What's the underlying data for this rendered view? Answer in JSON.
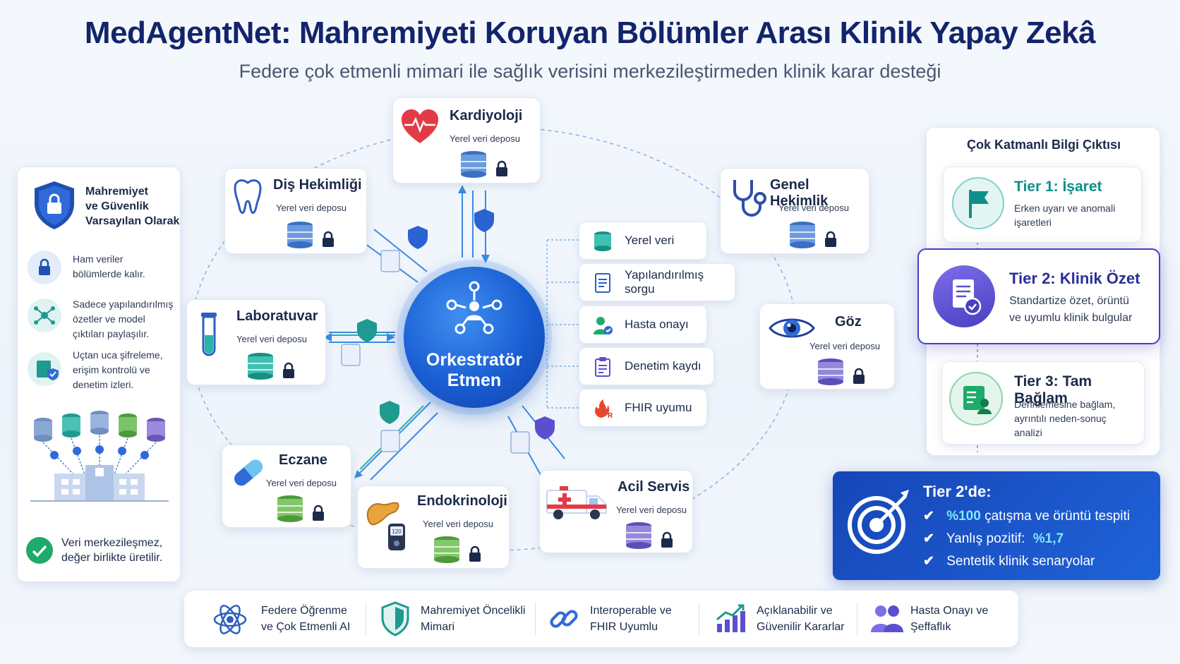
{
  "header": {
    "title": "MedAgentNet: Mahremiyeti Koruyan Bölümler Arası Klinik Yapay Zekâ",
    "subtitle": "Federe çok etmenli mimari ile sağlık verisini merkezileştirmeden klinik karar desteği"
  },
  "privacy_panel": {
    "title_line1": "Mahremiyet",
    "title_line2": "ve Güvenlik",
    "title_line3": "Varsayılan Olarak",
    "items": [
      {
        "line1": "Ham veriler",
        "line2": "bölümlerde kalır.",
        "line3": ""
      },
      {
        "line1": "Sadece yapılandırılmış",
        "line2": "özetler ve model",
        "line3": "çıktıları paylaşılır."
      },
      {
        "line1": "Uçtan uca şifreleme,",
        "line2": "erişim kontrolü ve",
        "line3": "denetim izleri."
      }
    ],
    "footer_line1": "Veri merkezileşmez,",
    "footer_line2": "değer birlikte üretilir."
  },
  "orchestrator": {
    "line1": "Orkestratör",
    "line2": "Etmen"
  },
  "departments": {
    "store_label": "Yerel veri deposu",
    "cardiology": "Kardiyoloji",
    "dentistry": "Diş Hekimliği",
    "general": "Genel Hekimlik",
    "lab": "Laboratuvar",
    "eye": "Göz",
    "pharmacy": "Eczane",
    "endocrine": "Endokrinoloji",
    "emergency": "Acil Servis"
  },
  "flow_chips": [
    "Yerel veri",
    "Yapılandırılmış sorgu",
    "Hasta onayı",
    "Denetim kaydı",
    "FHIR uyumu"
  ],
  "tiers": {
    "panel_title": "Çok Katmanlı Bilgi Çıktısı",
    "tier1_title": "Tier 1: İşaret",
    "tier1_line1": "Erken uyarı ve anomali",
    "tier1_line2": "işaretleri",
    "tier2_title": "Tier 2: Klinik Özet",
    "tier2_line1": "Standartize özet, örüntü",
    "tier2_line2": "ve uyumlu klinik bulgular",
    "tier3_title": "Tier 3: Tam Bağlam",
    "tier3_line1": "Derinlemesine bağlam,",
    "tier3_line2": "ayrıntılı neden-sonuç",
    "tier3_line3": "analizi"
  },
  "results": {
    "title": "Tier 2'de:",
    "line1_value": "%100",
    "line1_text": "çatışma ve örüntü tespiti",
    "line2_text": "Yanlış pozitif:",
    "line2_value": "%1,7",
    "line3_text": "Sentetik klinik senaryolar"
  },
  "footer": [
    {
      "line1": "Federe Öğrenme",
      "line2": "ve Çok Etmenli AI"
    },
    {
      "line1": "Mahremiyet Öncelikli",
      "line2": "Mimari"
    },
    {
      "line1": "Interoperable ve",
      "line2": "FHIR Uyumlu"
    },
    {
      "line1": "Açıklanabilir ve",
      "line2": "Güvenilir Kararlar"
    },
    {
      "line1": "Hasta Onayı ve",
      "line2": "Şeffaflık"
    }
  ],
  "colors": {
    "navy": "#13246b",
    "blue": "#1f5fd6",
    "teal": "#0e8f8a",
    "purple": "#5a4fd0",
    "green": "#1eaa6a"
  }
}
